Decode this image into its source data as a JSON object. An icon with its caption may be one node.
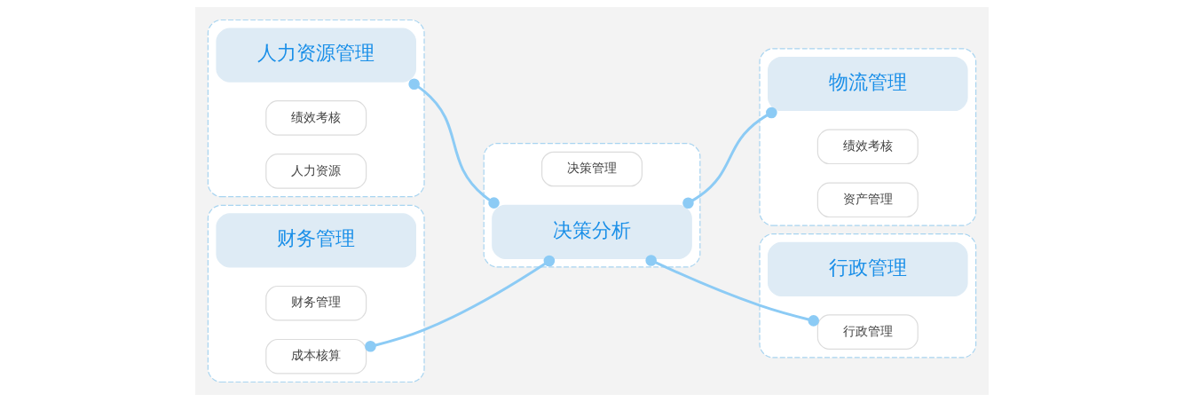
{
  "diagram": {
    "nodes": [
      {
        "text": [],
        "shape": "box"
      },
      {
        "text": [
          "人力资源管理"
        ],
        "in": 0
      },
      {
        "text": [
          "绩效考核"
        ],
        "in": 0
      },
      {
        "text": [
          "人力资源"
        ],
        "in": 0
      },
      {
        "text": [],
        "shape": "box"
      },
      {
        "text": [
          "财务管理"
        ],
        "in": 4
      },
      {
        "text": [
          "财务管理"
        ],
        "in": 4
      },
      {
        "text": [
          "成本核算"
        ],
        "in": 4
      },
      {
        "text": [],
        "shape": "box"
      },
      {
        "text": [
          "决策管理"
        ],
        "in": 8
      },
      {
        "text": [
          "决策分析"
        ],
        "in": 8
      },
      {
        "text": [],
        "shape": "box"
      },
      {
        "text": [
          "物流管理"
        ],
        "in": 11
      },
      {
        "text": [
          "绩效考核"
        ],
        "in": 11
      },
      {
        "text": [
          "资产管理"
        ],
        "in": 11
      },
      {
        "text": [],
        "shape": "box"
      },
      {
        "text": [
          "行政管理"
        ],
        "in": 15
      },
      {
        "text": [
          "行政管理"
        ],
        "in": 15
      }
    ],
    "edges": [
      {
        "from": 1,
        "to": 10,
        "arrow": "other"
      },
      {
        "from": 7,
        "to": 10,
        "arrow": "other"
      },
      {
        "from": 10,
        "to": 12,
        "arrow": "other"
      },
      {
        "from": 10,
        "to": 17,
        "arrow": "other"
      }
    ]
  }
}
